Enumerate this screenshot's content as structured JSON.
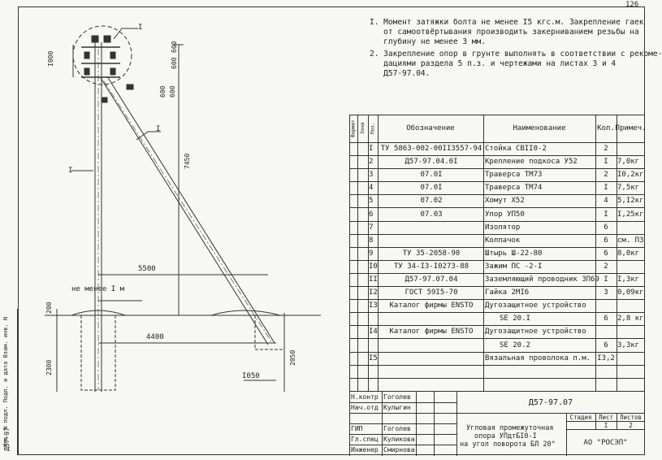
{
  "page_number": "126",
  "side_stamp": "Инв. N подл. Подп. и дата Взам. инв. N",
  "side_code": "Д57-97",
  "notes": [
    "I. Момент затяжки болта не менее I5 кгс.м. Закрепление гаек",
    "   от самоотвёртывания производить закерниванием резьбы на",
    "   глубину не менее 3 мм.",
    "2. Закрепление опор в грунте выполнять в соответствии с рекоме-",
    "   дациями раздела 5 п.з. и чертежами на листах 3 и 4",
    "   Д57-97.04."
  ],
  "drawing": {
    "callout_1": "I",
    "callout_2": "I",
    "callout_3": "I",
    "dim_1000": "I000",
    "dim_600a": "600",
    "dim_600b": "600",
    "dim_600c": "600",
    "dim_600d": "600",
    "dim_7450": "7450",
    "dim_5500": "5500",
    "dim_min1m": "не менее I м",
    "dim_200": "200",
    "dim_4400": "4400",
    "dim_2300": "2300",
    "dim_2050": "2050",
    "dim_1050": "I050"
  },
  "spec_headers": {
    "format": "Формат",
    "zone": "Зона",
    "pos": "Поз.",
    "designation": "Обозначение",
    "name": "Наименование",
    "qty": "Кол.",
    "note": "Примеч."
  },
  "spec_rows": [
    {
      "pos": "I",
      "designation": "ТУ 5863-002-00II3557-94",
      "name": "Стойка СВII0-2",
      "qty": "2",
      "note": ""
    },
    {
      "pos": "2",
      "designation": "Д57-97.04.0I",
      "name": "Крепление подкоса У52",
      "qty": "I",
      "note": "7,0кг"
    },
    {
      "pos": "3",
      "designation": "07.0I",
      "name": "Траверса ТМ73",
      "qty": "2",
      "note": "I0,2кг"
    },
    {
      "pos": "4",
      "designation": "07.0I",
      "name": "Траверса ТМ74",
      "qty": "I",
      "note": "7,5кг"
    },
    {
      "pos": "5",
      "designation": "07.02",
      "name": "Хомут Х52",
      "qty": "4",
      "note": "5,I2кг"
    },
    {
      "pos": "6",
      "designation": "07.03",
      "name": "Упор УП50",
      "qty": "I",
      "note": "I,25кг"
    },
    {
      "pos": "7",
      "designation": "",
      "name": "Изолятор",
      "qty": "6",
      "note": ""
    },
    {
      "pos": "8",
      "designation": "",
      "name": "Колпачок",
      "qty": "6",
      "note": "см. ПЗ"
    },
    {
      "pos": "9",
      "designation": "ТУ 35-2058-90",
      "name": "Штырь Ш-22-80",
      "qty": "6",
      "note": "8,0кг"
    },
    {
      "pos": "I0",
      "designation": "ТУ 34-I3-I0273-88",
      "name": "Зажим ПС -2-I",
      "qty": "2",
      "note": ""
    },
    {
      "pos": "II",
      "designation": "Д57-97.07.04",
      "name": "Заземляющий проводник ЗП69",
      "qty": "I",
      "note": "I,3кг"
    },
    {
      "pos": "I2",
      "designation": "ГОСТ 59I5-70",
      "name": "Гайка 2МI6",
      "qty": "3",
      "note": "0,09кг"
    },
    {
      "pos": "I3",
      "designation": "Каталог фирмы ENSTO",
      "name": "Дугозащитное устройство",
      "qty": "",
      "note": ""
    },
    {
      "pos": "",
      "designation": "",
      "name": "SE 20.I",
      "qty": "6",
      "note": "2,8 кг"
    },
    {
      "pos": "I4",
      "designation": "Каталог фирмы ENSTO",
      "name": "Дугозащитное устройство",
      "qty": "",
      "note": ""
    },
    {
      "pos": "",
      "designation": "",
      "name": "SE 20.2",
      "qty": "6",
      "note": "3,3кг"
    },
    {
      "pos": "I5",
      "designation": "",
      "name": "Вязальная проволока п.м.",
      "qty": "I3,2",
      "note": ""
    },
    {
      "pos": "",
      "designation": "",
      "name": "",
      "qty": "",
      "note": ""
    },
    {
      "pos": "",
      "designation": "",
      "name": "",
      "qty": "",
      "note": ""
    }
  ],
  "title_block": {
    "doc_code": "Д57-97.07",
    "roles": [
      {
        "role": "Н.контр",
        "name": "Гоголев"
      },
      {
        "role": "Нач.отд",
        "name": "Кулыгин"
      },
      {
        "role": "",
        "name": ""
      },
      {
        "role": "ГИП",
        "name": "Гоголев"
      },
      {
        "role": "Гл.спец",
        "name": "Куликова"
      },
      {
        "role": "Инженер",
        "name": "Смирнова"
      }
    ],
    "title_line1": "Угловая промежуточная",
    "title_line2": "опора УПдтБI0-I",
    "title_line3": "на угол поворота БЛ 20°",
    "stage_label": "Стадия",
    "sheet_label": "Лист",
    "sheets_label": "Листов",
    "stage_value": "",
    "sheet_value": "I",
    "sheets_value": "2",
    "org": "АО \"РОСЭП\""
  }
}
